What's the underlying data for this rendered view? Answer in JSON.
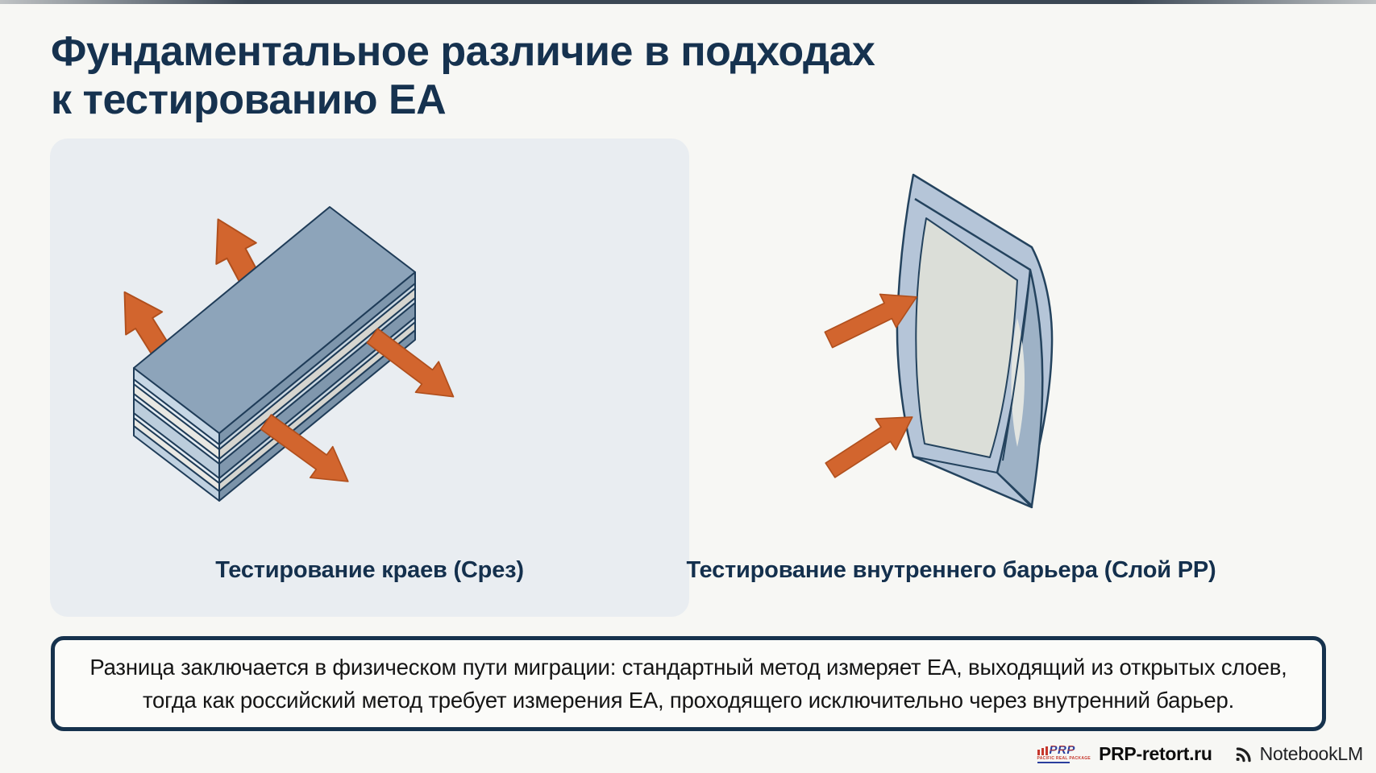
{
  "slide": {
    "title": {
      "line1": "Фундаментальное различие в подходах",
      "line2": "к тестированию ЕА"
    },
    "figures": {
      "left": {
        "caption": "Тестирование краев (Срез)",
        "icon": "laminate-stack-edge-arrows-icon"
      },
      "right": {
        "caption": "Тестирование внутреннего барьера (Слой PP)",
        "icon": "retort-pouch-barrier-arrows-icon"
      }
    },
    "summary": "Разница заключается в физическом пути миграции: стандартный метод измеряет ЕА, выходящий из открытых слоев, тогда как российский метод требует измерения ЕА, проходящего исключительно через внутренний барьер.",
    "footer": {
      "prp": {
        "logo_text": "PRP",
        "logo_subtext": "PACIFIC REAL PACKAGE",
        "site": "PRP-retort.ru"
      },
      "notebooklm_label": "NotebookLM"
    },
    "colors": {
      "title_navy": "#16324f",
      "outline_navy": "#1f3c58",
      "arrow_orange": "#d2652e",
      "panel_bg": "#e9edf1",
      "laminate_blue": "#8da4ba",
      "pouch_blue": "#b5c5d8",
      "slide_bg": "#f7f7f4",
      "summary_border": "#16324d"
    }
  }
}
